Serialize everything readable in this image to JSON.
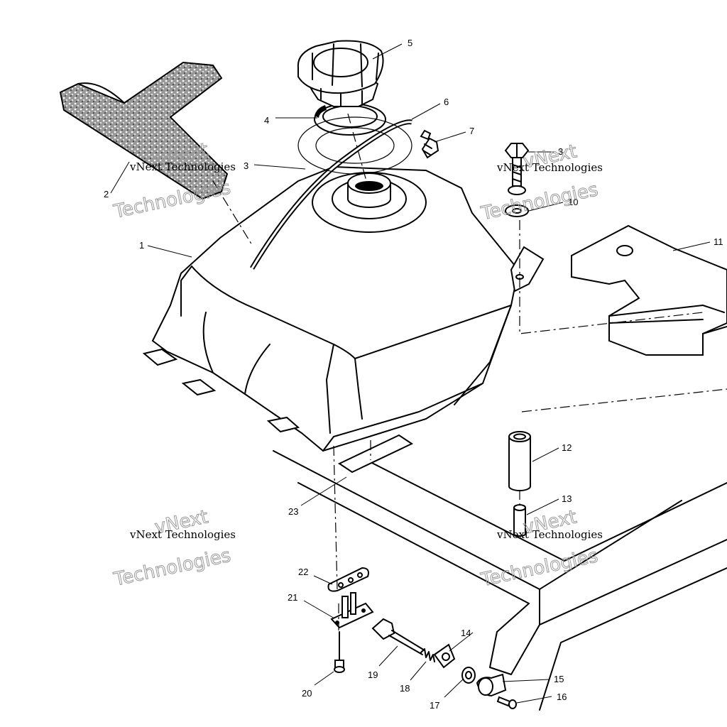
{
  "callouts": {
    "c1": "1",
    "c2": "2",
    "c3a": "3",
    "c3b": "3",
    "c4": "4",
    "c5": "5",
    "c6": "6",
    "c7": "7",
    "c10": "10",
    "c11": "11",
    "c12": "12",
    "c13": "13",
    "c14": "14",
    "c15": "15",
    "c16": "16",
    "c17": "17",
    "c18": "18",
    "c19": "19",
    "c20": "20",
    "c21": "21",
    "c22": "22",
    "c23": "23"
  },
  "watermark": {
    "line1": "vNext",
    "line2": "vNext Technologies",
    "line3": "Technologies"
  }
}
